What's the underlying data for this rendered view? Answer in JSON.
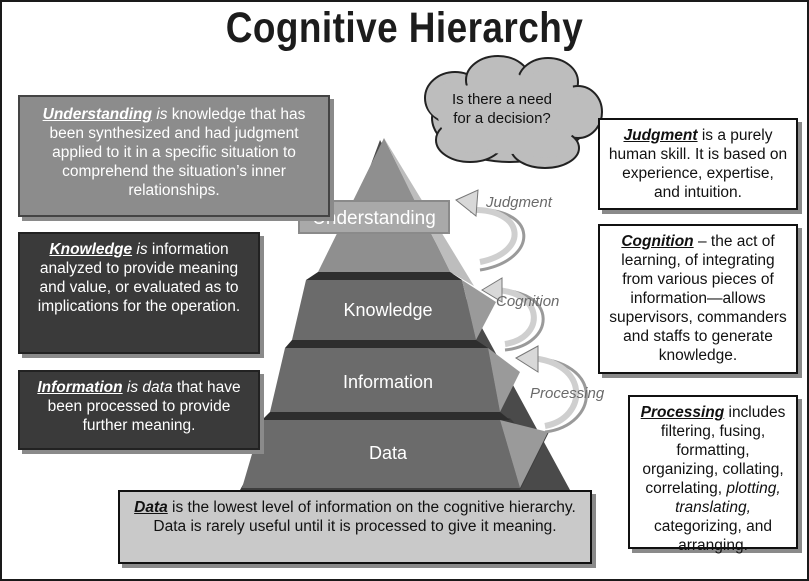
{
  "title": "Cognitive Hierarchy",
  "cloud": {
    "line1": "Is there a need",
    "line2": "for a decision?"
  },
  "pyramid": {
    "levels": [
      "Understanding",
      "Knowledge",
      "Information",
      "Data"
    ],
    "processes": [
      "Judgment",
      "Cognition",
      "Processing"
    ]
  },
  "definitions": {
    "understanding": {
      "term": "Understanding",
      "connector": " is",
      "text": " knowledge that has been synthesized and had judgment applied to it in a specific situation to comprehend the situation’s inner relationships."
    },
    "knowledge": {
      "term": "Knowledge",
      "connector": " is",
      "text": " information analyzed to provide meaning and value, or evaluated as to implications for the operation."
    },
    "information": {
      "term": "Information",
      "connector": " is data",
      "text": " that have been processed to provide further meaning."
    },
    "judgment": {
      "term": "Judgment",
      "text": " is a purely human skill. It is based on experience, expertise, and intuition."
    },
    "cognition": {
      "term": "Cognition",
      "text": " – the act of learning, of integrating from various pieces of information—allows supervisors, commanders and staffs to generate knowledge."
    },
    "processing": {
      "term": "Processing",
      "text1": " includes filtering, fusing, formatting, organizing, collating, correlating, ",
      "italic": "plotting, translating,",
      "text2": " categorizing, and arranging."
    },
    "data": {
      "term": "Data",
      "text": " is the lowest level of information on the cognitive hierarchy. Data is rarely useful until it is processed to give it meaning."
    }
  },
  "colors": {
    "dark_box": "#3a3a3a",
    "mid_box": "#8c8c8c",
    "data_box": "#c9c9c9"
  }
}
